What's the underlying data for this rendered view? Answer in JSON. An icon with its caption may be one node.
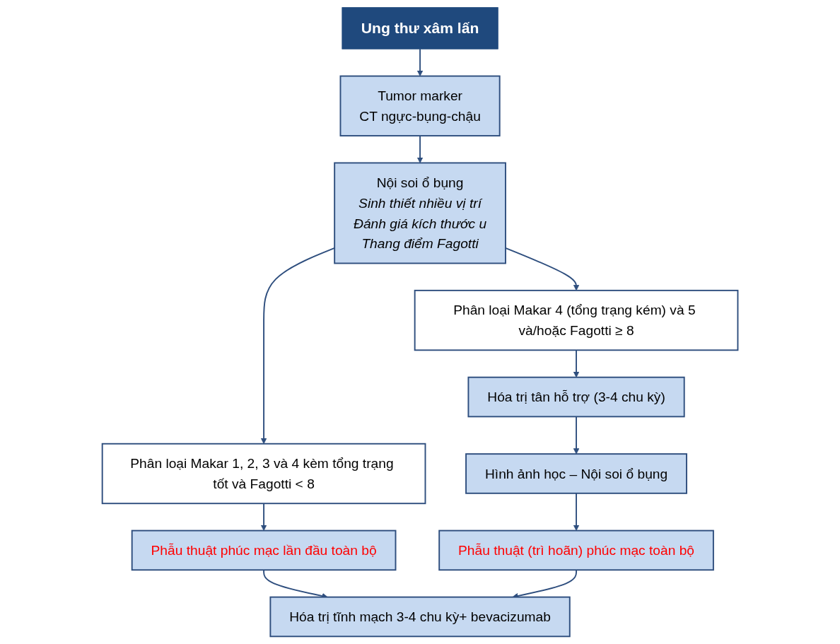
{
  "diagram": {
    "nodes": [
      {
        "text": [
          "Ung thư xâm lấn"
        ]
      },
      {
        "text": [
          "Tumor marker",
          "CT ngực-bụng-chậu"
        ]
      },
      {
        "text": [
          "Nội soi ổ bụng",
          "Sinh thiết nhiều vị trí",
          "Đánh giá kích thước u",
          "Thang điểm Fagotti"
        ]
      },
      {
        "text": [
          "Phân loại Makar 1, 2, 3 và 4 kèm tổng trạng tốt và Fagotti < 8"
        ]
      },
      {
        "text": [
          "Phân loại Makar 4 (tổng trạng kém) và 5 và/hoặc Fagotti ≥ 8"
        ]
      },
      {
        "text": [
          "Phẫu thuật phúc mạc lần đầu toàn bộ"
        ]
      },
      {
        "text": [
          "Hóa trị tân hỗ trợ (3-4 chu kỳ)"
        ]
      },
      {
        "text": [
          "Hình ảnh học – Nội soi ổ bụng"
        ]
      },
      {
        "text": [
          "Phẫu thuật (trì hoãn) phúc mạc toàn bộ"
        ]
      },
      {
        "text": [
          "Hóa trị tĩnh mạch 3-4 chu kỳ+ bevacizumab"
        ]
      }
    ],
    "edges": [
      {
        "from": 0,
        "to": 1,
        "arrow": "to"
      },
      {
        "from": 1,
        "to": 2,
        "arrow": "to"
      },
      {
        "from": 2,
        "to": 3,
        "arrow": "to"
      },
      {
        "from": 2,
        "to": 4,
        "arrow": "to"
      },
      {
        "from": 3,
        "to": 5,
        "arrow": "to"
      },
      {
        "from": 4,
        "to": 6,
        "arrow": "to"
      },
      {
        "from": 6,
        "to": 7,
        "arrow": "to"
      },
      {
        "from": 7,
        "to": 8,
        "arrow": "to"
      },
      {
        "from": 5,
        "to": 9,
        "arrow": "to"
      },
      {
        "from": 8,
        "to": 9,
        "arrow": "to"
      }
    ]
  }
}
